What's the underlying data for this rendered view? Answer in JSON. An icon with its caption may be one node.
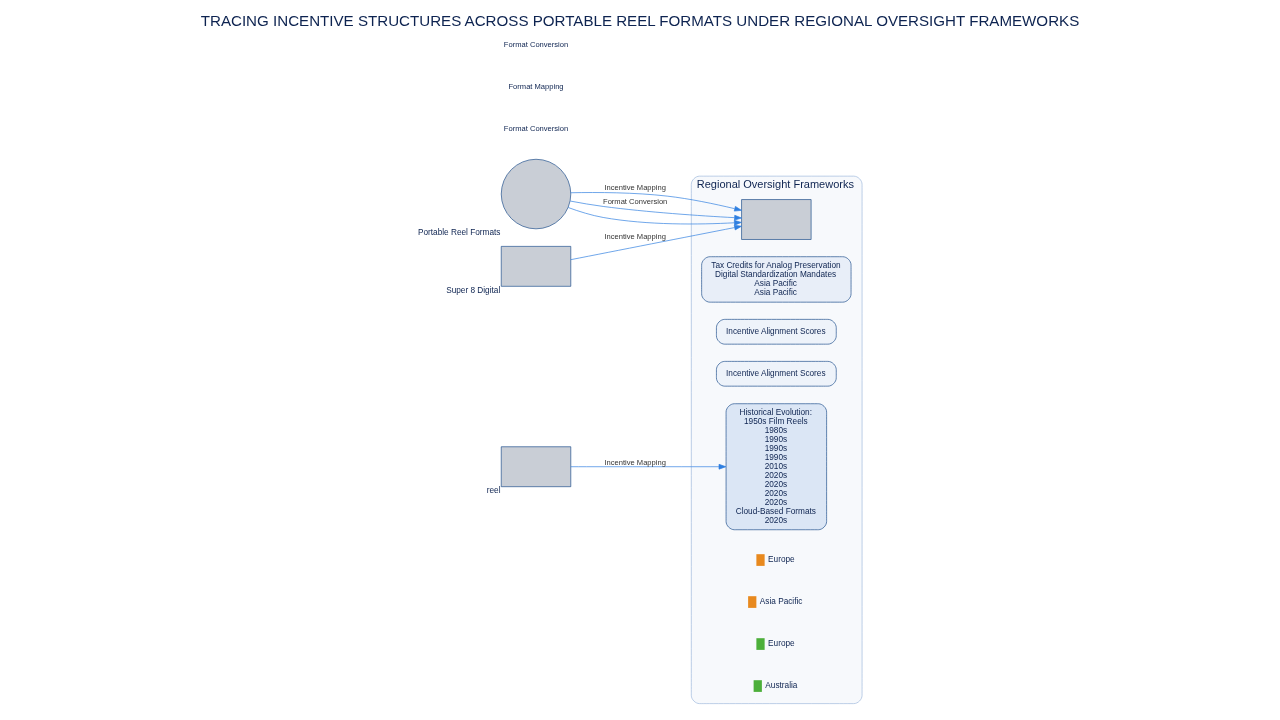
{
  "diagram": {
    "title": "TRACING INCENTIVE STRUCTURES ACROSS PORTABLE REEL FORMATS UNDER REGIONAL OVERSIGHT FRAMEWORKS",
    "nodes": [
      {
        "text": [],
        "shape": "circle",
        "beside": [
          "Portable Reel Formats"
        ]
      },
      {
        "text": [],
        "shape": "box",
        "beside": [
          "Super 8 Digital"
        ]
      },
      {
        "text": [],
        "shape": "box",
        "beside": [
          "reel"
        ]
      },
      {
        "text": [
          "Regional Oversight Frameworks"
        ]
      },
      {
        "text": [],
        "shape": "box",
        "in": 3
      },
      {
        "text": [
          "Tax Credits for Analog Preservation",
          "Digital Standardization Mandates",
          "Asia Pacific",
          "Asia Pacific"
        ],
        "in": 3
      },
      {
        "text": [
          "Incentive Alignment Scores"
        ],
        "in": 3
      },
      {
        "text": [
          "Incentive Alignment Scores"
        ],
        "in": 3
      },
      {
        "text": [
          "Historical Evolution:",
          "1950s Film Reels",
          "1980s",
          "1990s",
          "1990s",
          "1990s",
          "2010s",
          "2020s",
          "2020s",
          "2020s",
          "2020s",
          "Cloud-Based Formats",
          "2020s"
        ],
        "in": 3
      }
    ],
    "edges": [
      {
        "from": 0,
        "to": 4,
        "arrow": "to",
        "label": "Incentive Mapping"
      },
      {
        "from": 0,
        "to": 4,
        "arrow": "to",
        "label": "Format Conversion"
      },
      {
        "from": 0,
        "to": 4,
        "arrow": "to"
      },
      {
        "from": 1,
        "to": 4,
        "arrow": "to",
        "label": "Incentive Mapping"
      },
      {
        "from": 2,
        "to": 8,
        "arrow": "to",
        "label": "Incentive Mapping"
      }
    ],
    "labels": [
      "Format Conversion",
      "Format Mapping",
      "Format Conversion"
    ],
    "legend": [
      {
        "text": "Europe",
        "color": "#e8891e"
      },
      {
        "text": "Asia Pacific",
        "color": "#e8891e"
      },
      {
        "text": "Europe",
        "color": "#4caf3a"
      },
      {
        "text": "Australia",
        "color": "#4caf3a"
      }
    ]
  }
}
